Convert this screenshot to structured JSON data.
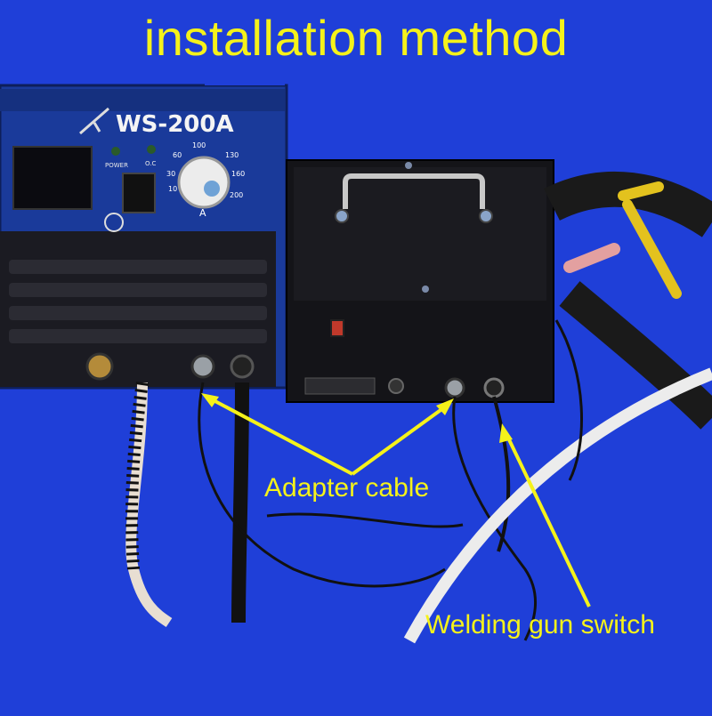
{
  "title": "installation method",
  "welder": {
    "model": "WS-200A",
    "power_label": "POWER",
    "oc_label": "O.C",
    "unit_label": "A",
    "dial_values": [
      "10",
      "30",
      "60",
      "100",
      "130",
      "160",
      "200"
    ]
  },
  "callouts": {
    "adapter": "Adapter cable",
    "gun_switch": "Welding gun switch"
  },
  "colors": {
    "background": "#1f3fd8",
    "annotation": "#f5f21a"
  }
}
